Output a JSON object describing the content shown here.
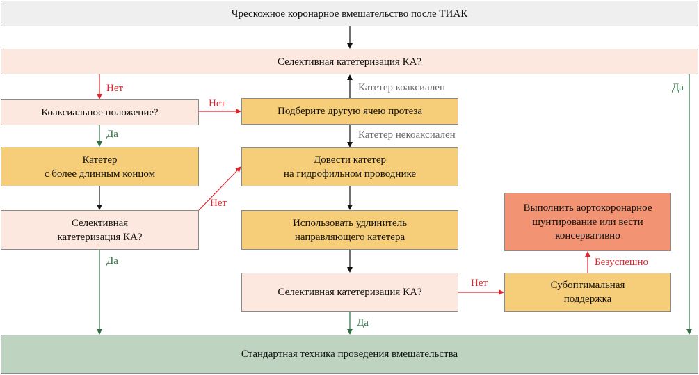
{
  "colors": {
    "header_fill": "#efefef",
    "question_fill": "#fce8de",
    "action_fill": "#f6ce7a",
    "fail_fill": "#f29373",
    "final_fill": "#bfd4c0",
    "no_color": "#e0252c",
    "yes_color": "#2d7043",
    "gray_label": "#6b6b6b",
    "black": "#111111"
  },
  "boxes": {
    "header": "Чрескожное коронарное вмешательство после ТИАК",
    "selective_top": "Селективная катетеризация КА?",
    "coaxial": "Коаксиальное положение?",
    "choose_cell": "Подберите другую ячею протеза",
    "catheter_long": "Катетер\nс более длинным концом",
    "hydrophilic": "Довести катетер\nна гидрофильном проводнике",
    "selective_left": "Селективная\nкатетеризация КА?",
    "extender": "Использовать удлинитель\nнаправляющего катетера",
    "cabg": "Выполнить аортокоронарное\nшунтирование или вести\nконсервативно",
    "selective_bottom": "Селективная катетеризация КА?",
    "suboptimal": "Субоптимальная\nподдержка",
    "standard": "Стандартная техника проведения вмешательства"
  },
  "labels": {
    "no_1": "Нет",
    "no_2": "Нет",
    "no_3": "Нет",
    "no_4": "Нет",
    "yes_1": "Да",
    "yes_2": "Да",
    "yes_3": "Да",
    "yes_4": "Да",
    "coaxial_label": "Катетер коаксиален",
    "non_coaxial_label": "Катетер некоаксиален",
    "failed": "Безуспешно"
  }
}
